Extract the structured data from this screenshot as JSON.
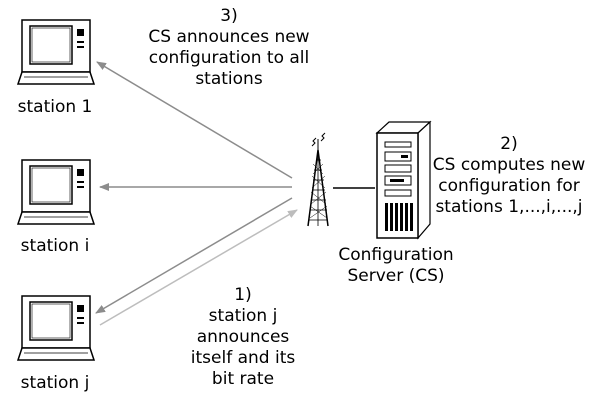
{
  "stations": [
    {
      "label": "station 1"
    },
    {
      "label": "station i"
    },
    {
      "label": "station j"
    }
  ],
  "server": {
    "label_lines": [
      "Configuration",
      "Server (CS)"
    ]
  },
  "steps": {
    "step1": {
      "number": "1)",
      "lines": [
        "station j",
        "announces",
        "itself and its",
        "bit rate"
      ]
    },
    "step2": {
      "number": "2)",
      "lines": [
        "CS computes new",
        "configuration for",
        "stations 1,...,i,...,j"
      ]
    },
    "step3": {
      "number": "3)",
      "lines": [
        "CS announces new",
        "configuration to all",
        "stations"
      ]
    }
  },
  "colors": {
    "arrow_dark": "#8c8c8c",
    "arrow_light": "#bdbdbd",
    "line": "#000000"
  }
}
